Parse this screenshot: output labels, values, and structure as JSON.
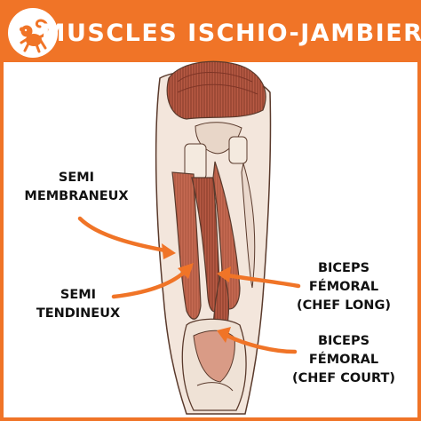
{
  "header": {
    "title": "MUSCLES ISCHIO-JAMBIERS",
    "logo_icon": "monkey-logo-icon"
  },
  "labels": {
    "semimembranosus": [
      "SEMI",
      "MEMBRANEUX"
    ],
    "semitendinosus": [
      "SEMI",
      "TENDINEUX"
    ],
    "biceps_long": [
      "BICEPS",
      "FÉMORAL",
      "(CHEF LONG)"
    ],
    "biceps_short": [
      "BICEPS",
      "FÉMORAL",
      "(CHEF COURT)"
    ]
  },
  "colors": {
    "accent": "#f07427",
    "muscle": "#c96b55",
    "text": "#111111"
  }
}
